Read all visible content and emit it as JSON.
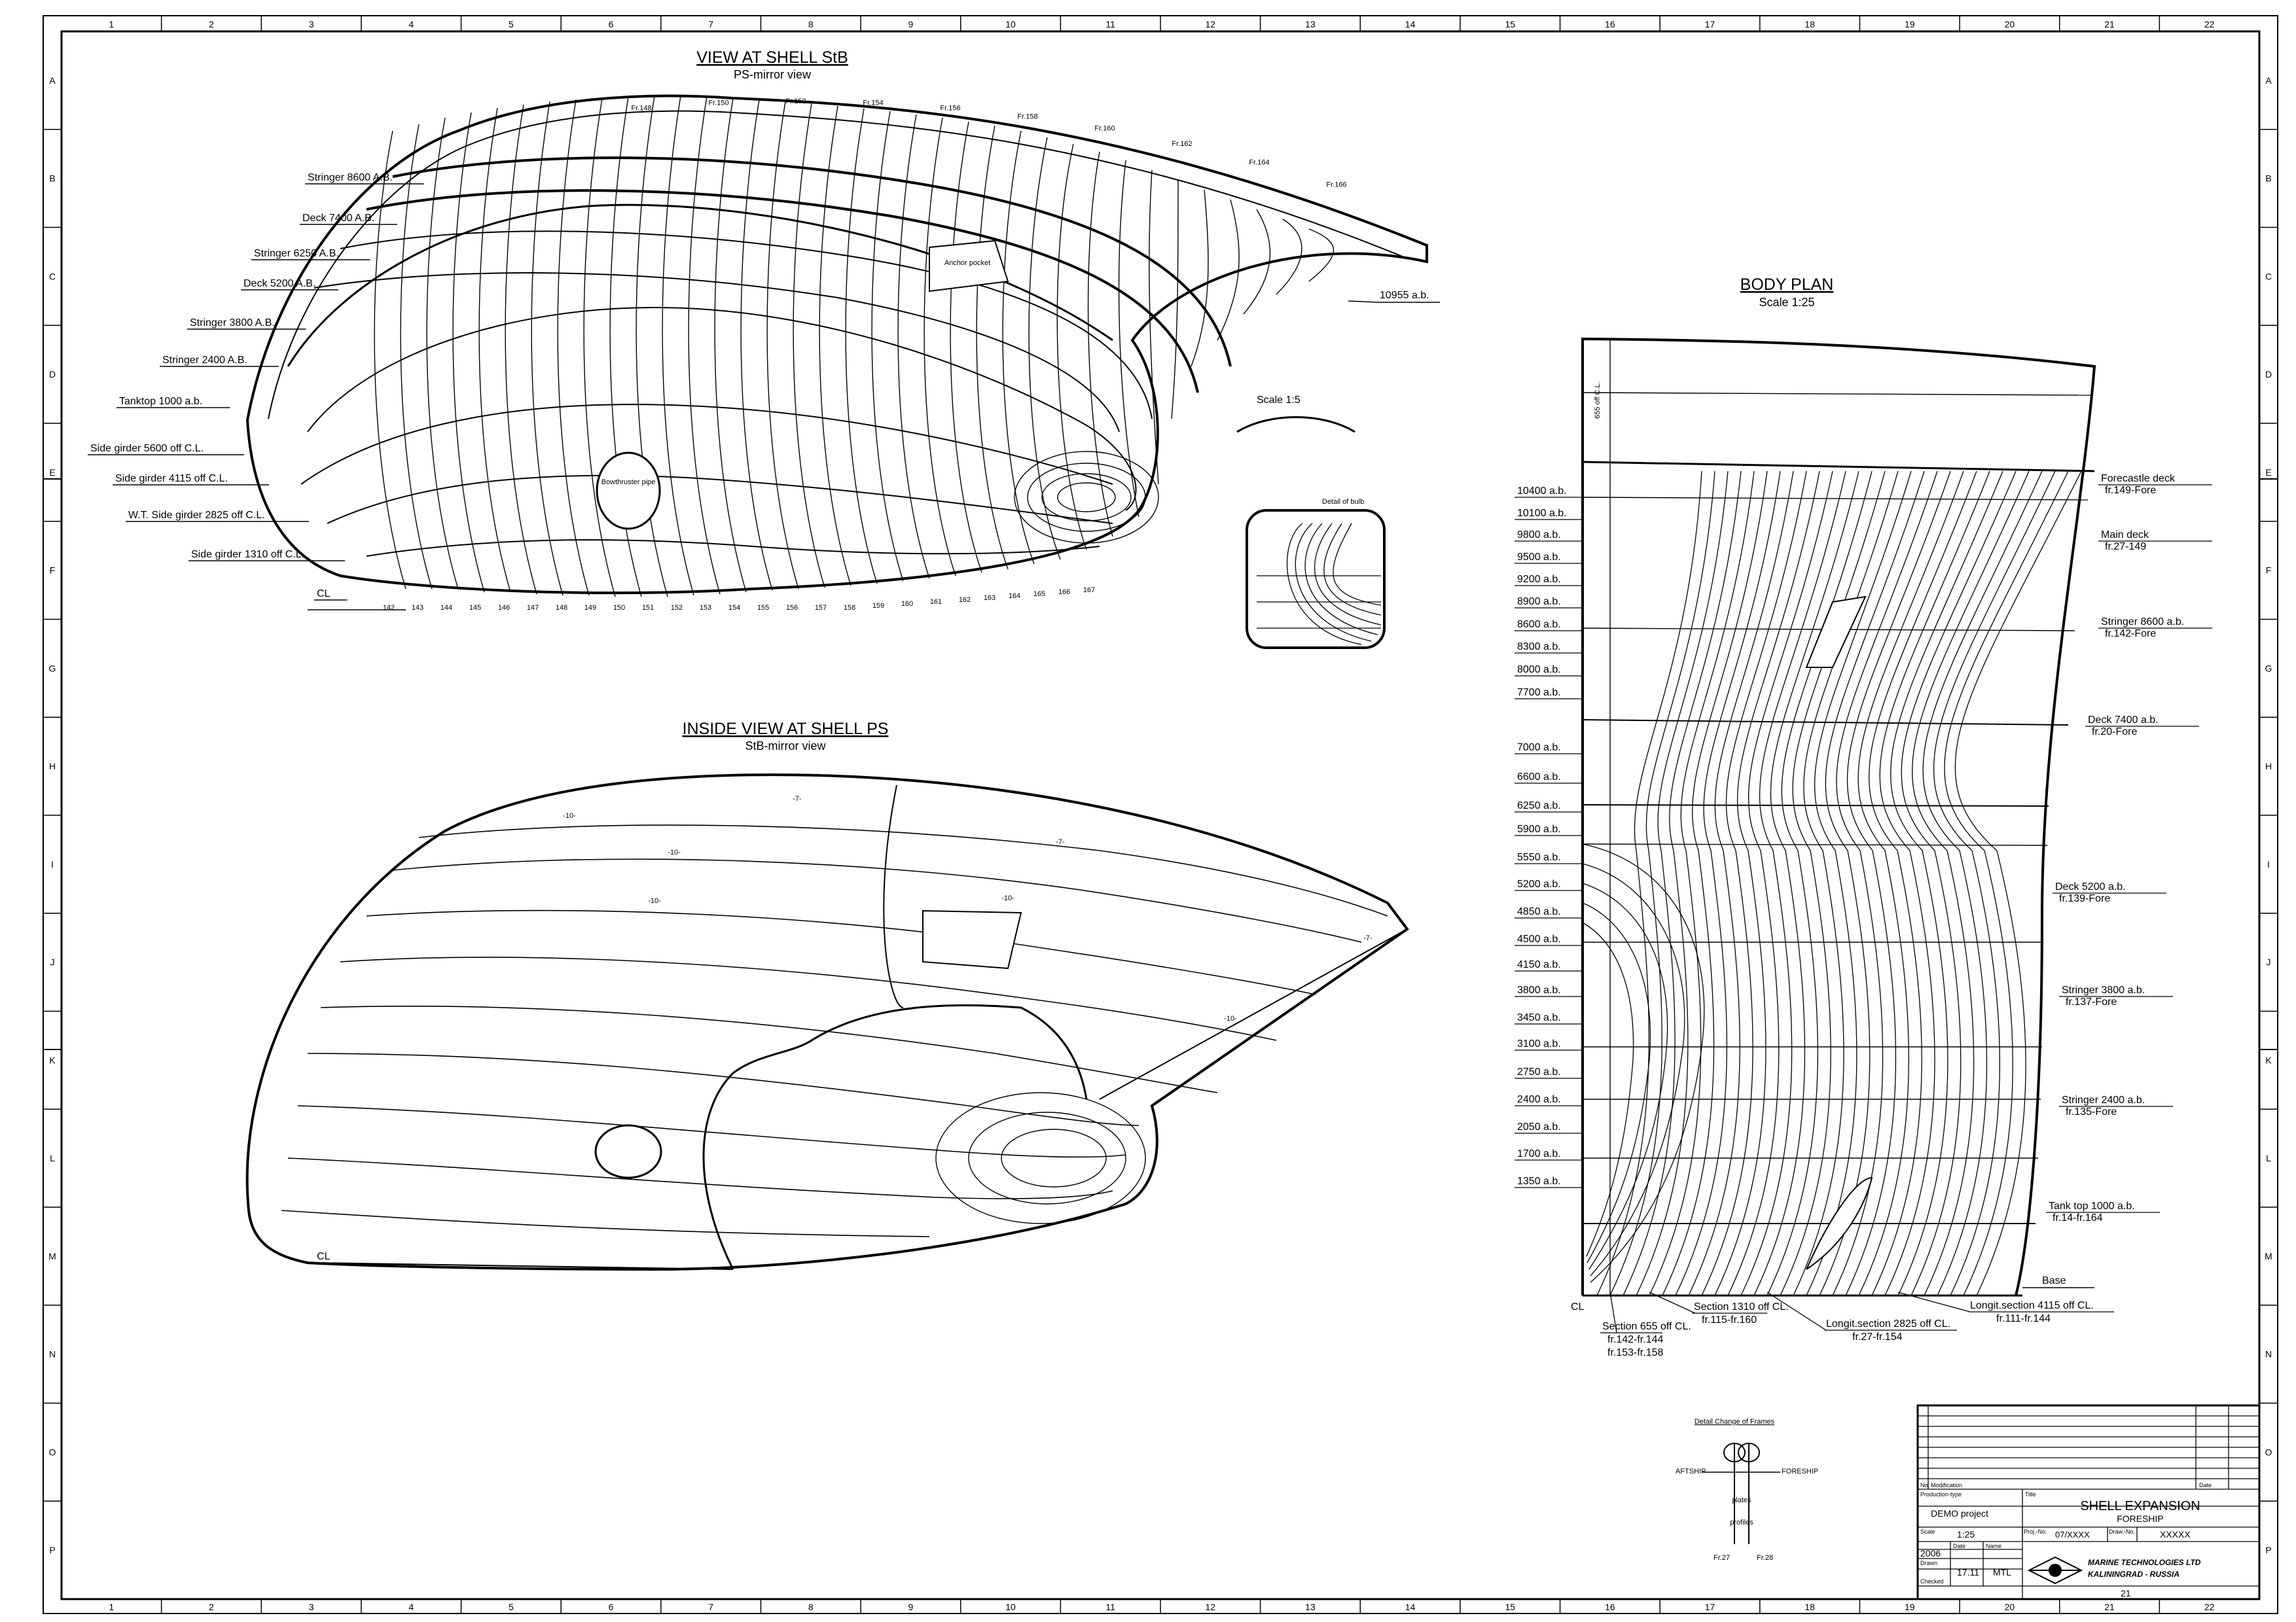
{
  "grid": {
    "columns": [
      "1",
      "2",
      "3",
      "4",
      "5",
      "6",
      "7",
      "8",
      "9",
      "10",
      "11",
      "12",
      "13",
      "14",
      "15",
      "16",
      "17",
      "18",
      "19",
      "20",
      "21",
      "22"
    ],
    "rows": [
      "A",
      "B",
      "C",
      "D",
      "E",
      "F",
      "G",
      "H",
      "I",
      "J",
      "K",
      "L",
      "M",
      "N",
      "O",
      "P"
    ]
  },
  "view_shell": {
    "title": "VIEW AT SHELL StB",
    "subtitle": "PS-mirror view",
    "left_labels": [
      "Stringer 8600 A.B.",
      "Deck 7400 A.B.",
      "Stringer 6250 A.B.",
      "Deck 5200 A.B.",
      "Stringer 3800 A.B.",
      "Stringer 2400 A.B.",
      "Tanktop 1000 a.b.",
      "Side girder 5600 off C.L.",
      "Side girder 4115 off C.L.",
      "W.T. Side girder 2825 off C.L.",
      "Side girder 1310 off C.L.",
      "CL"
    ],
    "right_label": "10955 a.b.",
    "frame_numbers_bottom": [
      "142",
      "143",
      "144",
      "145",
      "146",
      "147",
      "148",
      "149",
      "150",
      "151",
      "152",
      "153",
      "154",
      "155",
      "156",
      "157",
      "158",
      "159",
      "160",
      "161",
      "162",
      "163",
      "164",
      "165",
      "166",
      "167"
    ],
    "frame_numbers_top": [
      "Fr.148",
      "Fr.150",
      "Fr.152",
      "Fr.154",
      "Fr.156",
      "Fr.158",
      "Fr.160",
      "Fr.162",
      "Fr.164",
      "Fr.166"
    ],
    "pipe_label": "Bowthruster pipe",
    "anchor_label": "Anchor pocket",
    "scale_label": "Scale 1:5",
    "bulb_detail_label": "Detail of bulb"
  },
  "inside_view": {
    "title": "INSIDE VIEW AT SHELL PS",
    "subtitle": "StB-mirror view",
    "cl_label": "CL",
    "thickness_marks": [
      "-7-",
      "-7-",
      "-10-",
      "-10-",
      "-10-",
      "-10-",
      "-10-",
      "-7-"
    ]
  },
  "body_plan": {
    "title": "BODY PLAN",
    "subtitle": "Scale 1:25",
    "left_levels": [
      "10400 a.b.",
      "10100 a.b.",
      "9800 a.b.",
      "9500 a.b.",
      "9200 a.b.",
      "8900 a.b.",
      "8600 a.b.",
      "8300 a.b.",
      "8000 a.b.",
      "7700 a.b.",
      "7000 a.b.",
      "6600 a.b.",
      "6250 a.b.",
      "5900 a.b.",
      "5550 a.b.",
      "5200 a.b.",
      "4850 a.b.",
      "4500 a.b.",
      "4150 a.b.",
      "3800 a.b.",
      "3450 a.b.",
      "3100 a.b.",
      "2750 a.b.",
      "2400 a.b.",
      "2050 a.b.",
      "1700 a.b.",
      "1350 a.b."
    ],
    "right_labels": [
      {
        "title": "Forecastle deck",
        "frames": "fr.149-Fore"
      },
      {
        "title": "Main deck",
        "frames": "fr.27-149"
      },
      {
        "title": "Stringer 8600 a.b.",
        "frames": "fr.142-Fore"
      },
      {
        "title": "Deck 7400 a.b.",
        "frames": "fr.20-Fore"
      },
      {
        "title": "Deck 5200 a.b.",
        "frames": "fr.139-Fore"
      },
      {
        "title": "Stringer 3800 a.b.",
        "frames": "fr.137-Fore"
      },
      {
        "title": "Stringer 2400 a.b.",
        "frames": "fr.135-Fore"
      },
      {
        "title": "Tank top 1000 a.b.",
        "frames": "fr.14-fr.164"
      }
    ],
    "base_label": "Base",
    "cl_label": "CL",
    "bottom_labels": [
      {
        "title": "Section 655 off CL.",
        "frames": "fr.142-fr.144",
        "frames2": "fr.153-fr.158"
      },
      {
        "title": "Section 1310 off CL.",
        "frames": "fr.115-fr.160"
      },
      {
        "title": "Longit.section 2825 off CL.",
        "frames": "fr.27-fr.154"
      },
      {
        "title": "Longit.section 4115 off CL.",
        "frames": "fr.111-fr.144"
      }
    ],
    "top_label": "655 off C.L."
  },
  "detail_change": {
    "title": "Detail Change of Frames",
    "aftship": "AFTSHIP",
    "foreship": "FORESHIP",
    "plates": "plates",
    "profiles": "profiles",
    "fr_left": "Fr.27",
    "fr_right": "Fr.28"
  },
  "title_block": {
    "project_label": "Production-type",
    "project": "DEMO project",
    "title_label": "Title",
    "title": "SHELL EXPANSION",
    "subtitle": "FORESHIP",
    "scale_label": "Scale",
    "scale": "1:25",
    "proj_no_label": "Proj.-No.",
    "proj_no": "07/XXXX",
    "draw_no_label": "Draw.-No.",
    "draw_no": "XXXXX",
    "year": "2006",
    "date_label": "Date",
    "name_label": "Name",
    "drawn_label": "Drawn",
    "date": "17.11",
    "name": "MTL",
    "checked_label": "Checked",
    "company1": "MARINE TECHNOLOGIES LTD",
    "company2": "KALININGRAD - RUSSIA",
    "sheet_no": "21",
    "mod_label": "Modification",
    "no_label": "No.",
    "date_col_label": "Date"
  }
}
